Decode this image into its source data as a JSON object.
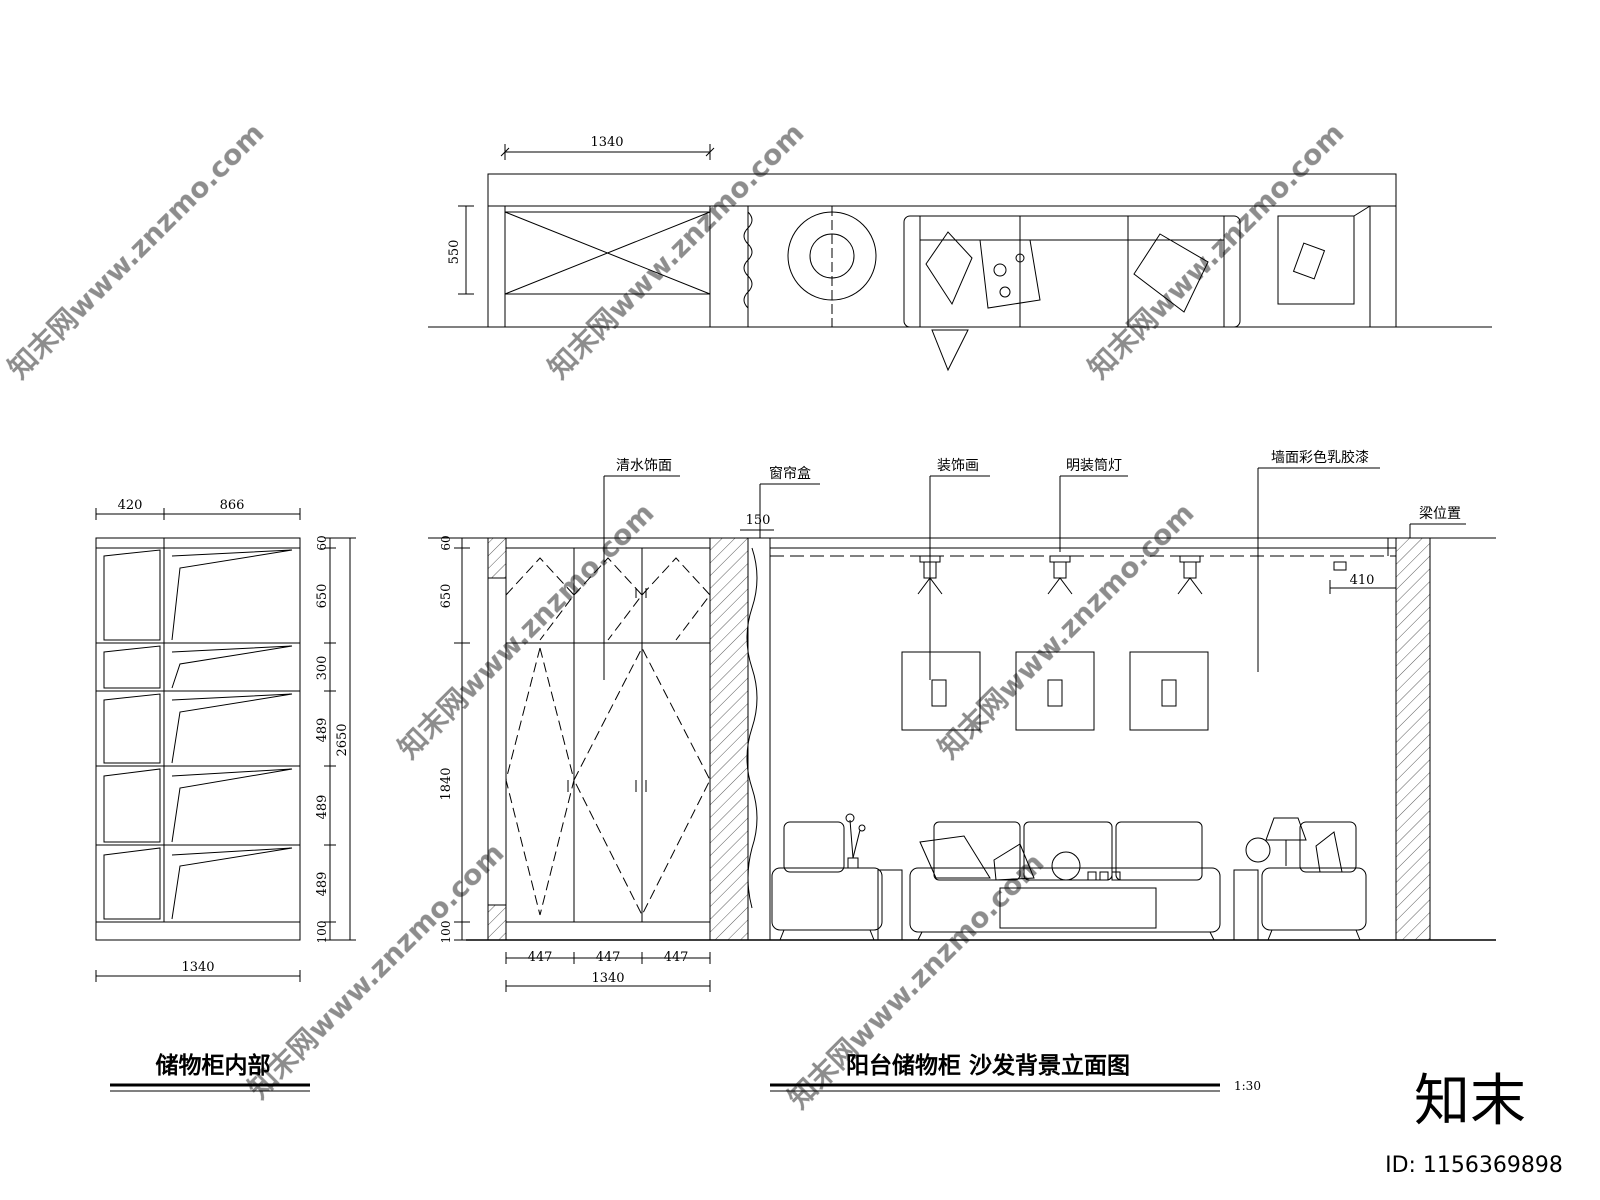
{
  "plan": {
    "dim_width": "1340",
    "dim_depth": "550"
  },
  "interior": {
    "dim_top_left": "420",
    "dim_top_right": "866",
    "dims_side": [
      "60",
      "650",
      "300",
      "489",
      "489",
      "489",
      "100"
    ],
    "dim_total_height": "2650",
    "dim_bottom": "1340",
    "title": "储物柜内部"
  },
  "elevation": {
    "labels": {
      "qingshui": "清水饰面",
      "chuanglianhe": "窗帘盒",
      "zhuangshihua": "装饰画",
      "tongdeng": "明装筒灯",
      "rujiaoqi": "墙面彩色乳胶漆",
      "liang": "梁位置"
    },
    "dim_150": "150",
    "dim_410": "410",
    "dims_side": [
      "60",
      "650",
      "1840",
      "100"
    ],
    "dims_bottom": [
      "447",
      "447",
      "447"
    ],
    "dim_bottom_total": "1340",
    "title": "阳台储物柜  沙发背景立面图",
    "scale": "1:30"
  },
  "watermark": {
    "text": "知末网www.znzmo.com",
    "logo": "知末",
    "id": "ID: 1156369898"
  }
}
